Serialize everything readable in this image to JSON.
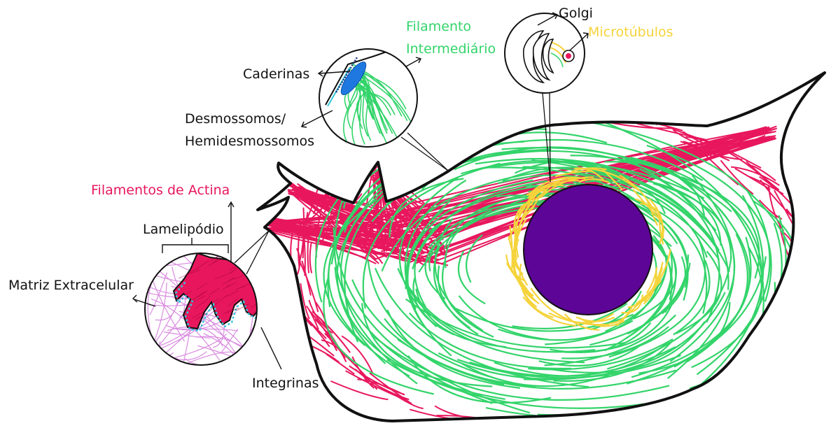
{
  "labels": {
    "caderinas": "Caderinas",
    "desmossomos_line1": "Desmossomos/",
    "desmossomos_line2": "Hemidesmossomos",
    "filamento_line1": "Filamento",
    "filamento_line2": "Intermediário",
    "golgi": "Golgi",
    "microtubulos": "Microtúbulos",
    "filamentos_actina": "Filamentos de Actina",
    "lamelipodio": "Lamelipódio",
    "matriz": "Matriz Extracelular",
    "integrinas": "Integrinas"
  },
  "colors": {
    "actin": "#e8175d",
    "intermediate_filament": "#33d46a",
    "microtubule": "#f5d33a",
    "nucleus": "#5c0596",
    "extracellular_matrix": "#d98be0",
    "integrin": "#34c7d9",
    "cadherin": "#1f78e0",
    "text": "#111111"
  }
}
